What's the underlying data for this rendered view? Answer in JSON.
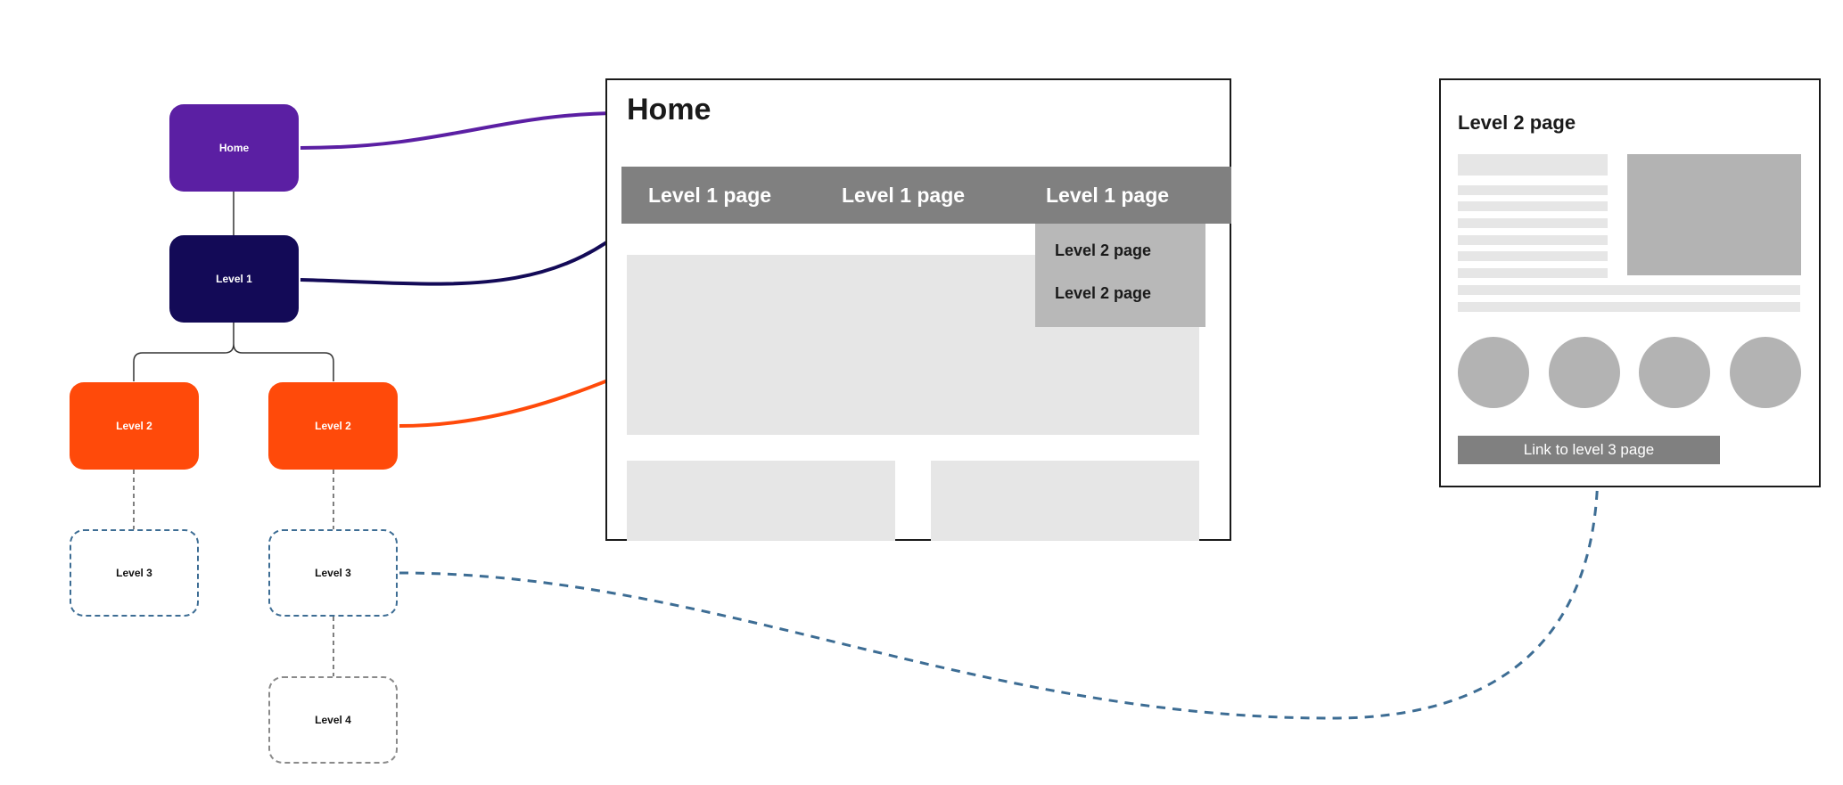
{
  "sitemap": {
    "home": "Home",
    "level1": "Level 1",
    "level2_left": "Level 2",
    "level2_right": "Level 2",
    "level3_left": "Level 3",
    "level3_right": "Level 3",
    "level4": "Level 4"
  },
  "home_page": {
    "title": "Home",
    "nav": [
      "Level 1 page",
      "Level 1 page",
      "Level 1 page"
    ],
    "dropdown": [
      "Level 2 page",
      "Level 2 page"
    ]
  },
  "level2_page": {
    "title": "Level 2 page",
    "link_button": "Link to level 3 page"
  },
  "colors": {
    "home": "#5b1fa3",
    "level1": "#130a57",
    "level2": "#ff4a0a",
    "level3_outline": "#3d6d94",
    "level4_outline": "#8a8a8a",
    "wire_dark": "#808080",
    "wire_mid": "#b3b3b3",
    "wire_light": "#e6e6e6"
  }
}
